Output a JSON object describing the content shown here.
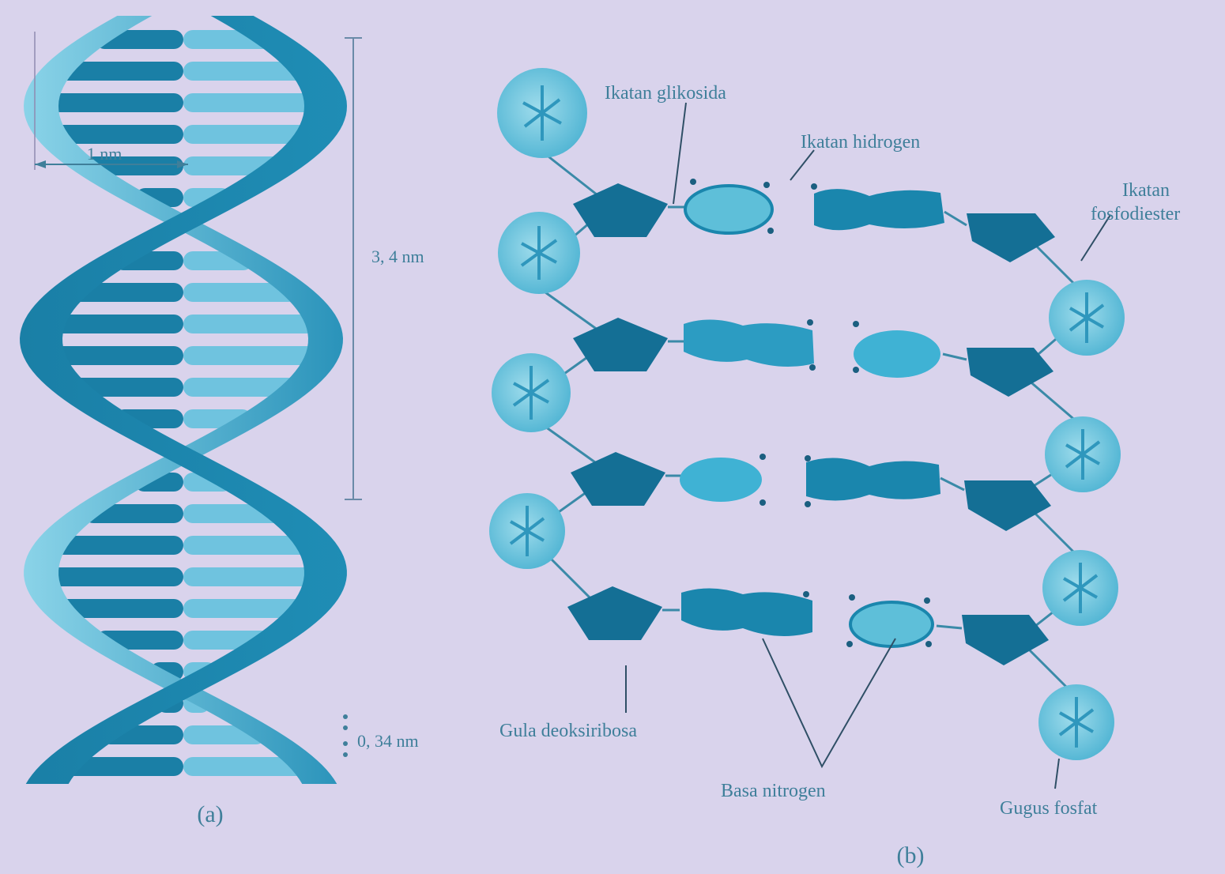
{
  "colors": {
    "background": "#d9d3ec",
    "strand_dark": "#1a7fa6",
    "strand_light": "#6fc3df",
    "sugar": "#146f95",
    "base_dark": "#1a86ad",
    "base_light": "#5ebfd9",
    "phosphate": "#6ec6df",
    "label": "#3f7f9a"
  },
  "panel_a": {
    "caption": "(a)",
    "width_label": "1 nm",
    "pitch_label": "3, 4 nm",
    "rise_label": "0, 34 nm"
  },
  "panel_b": {
    "caption": "(b)",
    "labels": {
      "glycosidic_bond": "Ikatan glikosida",
      "hydrogen_bond": "Ikatan hidrogen",
      "phosphodiester_bond_line1": "Ikatan",
      "phosphodiester_bond_line2": "fosfodiester",
      "deoxyribose_sugar": "Gula deoksiribosa",
      "nitrogen_base": "Basa nitrogen",
      "phosphate_group": "Gugus fosfat"
    },
    "rungs": [
      {
        "left_base": "short-light",
        "right_base": "long-dark"
      },
      {
        "left_base": "long-light",
        "right_base": "short-light"
      },
      {
        "left_base": "short-light",
        "right_base": "long-dark"
      },
      {
        "left_base": "long-dark",
        "right_base": "short-light"
      }
    ]
  }
}
